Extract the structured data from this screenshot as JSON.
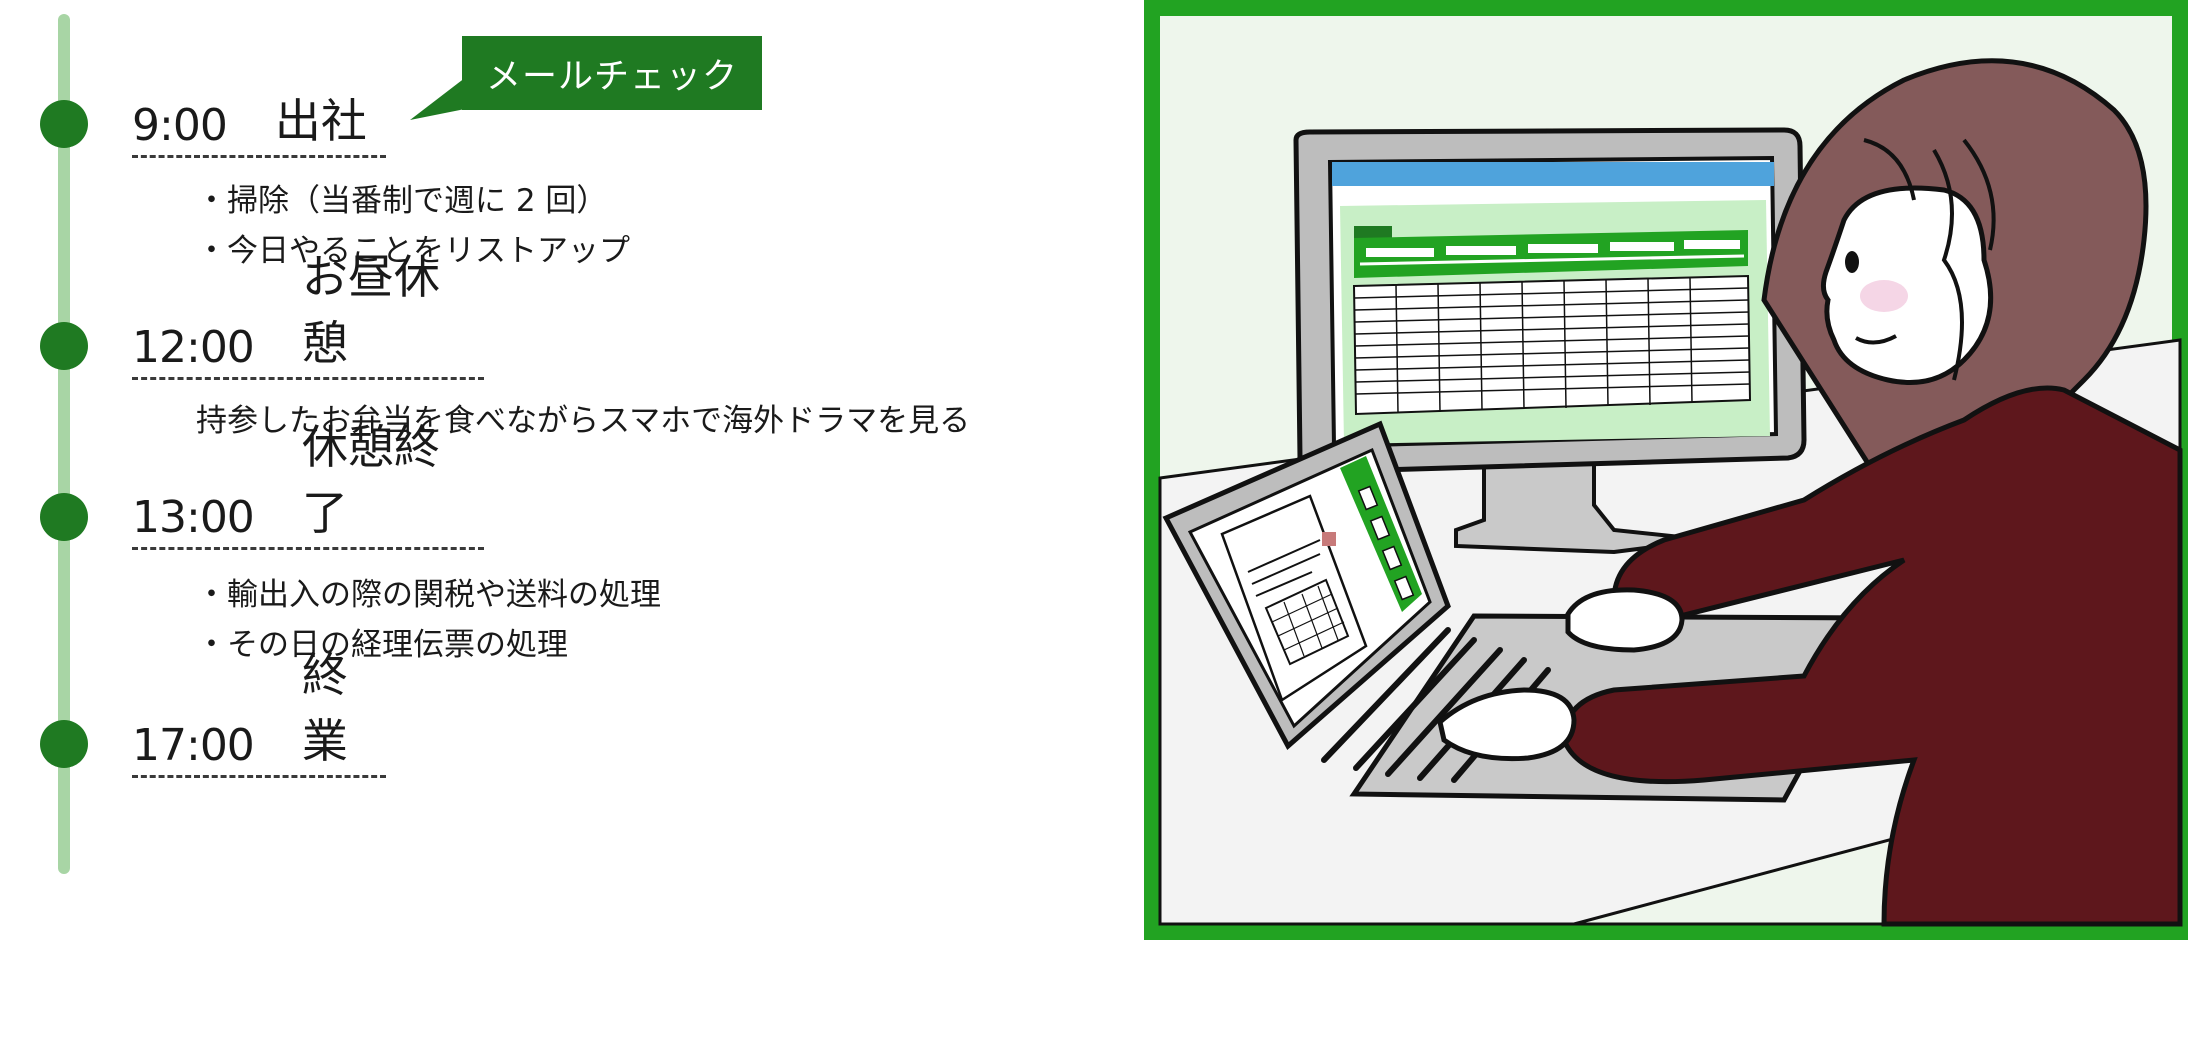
{
  "callout": {
    "text": "メールチェック"
  },
  "entries": [
    {
      "time": "9:00",
      "label": "出社",
      "details": [
        "・掃除（当番制で週に 2 回）",
        "・今日やることをリストアップ"
      ]
    },
    {
      "time": "12:00",
      "label": "お昼休憩",
      "details": [
        "持参したお弁当を食べながらスマホで海外ドラマを見る"
      ]
    },
    {
      "time": "13:00",
      "label": "休憩終了",
      "details": [
        "・輸出入の際の関税や送料の処理",
        "・その日の経理伝票の処理"
      ]
    },
    {
      "time": "17:00",
      "label": "終業",
      "details": []
    }
  ],
  "colors": {
    "accent": "#1f7a22",
    "timeline": "#a8d5a5",
    "frame": "#22a322",
    "sweater": "#5e171c",
    "hair": "#845a5a"
  }
}
